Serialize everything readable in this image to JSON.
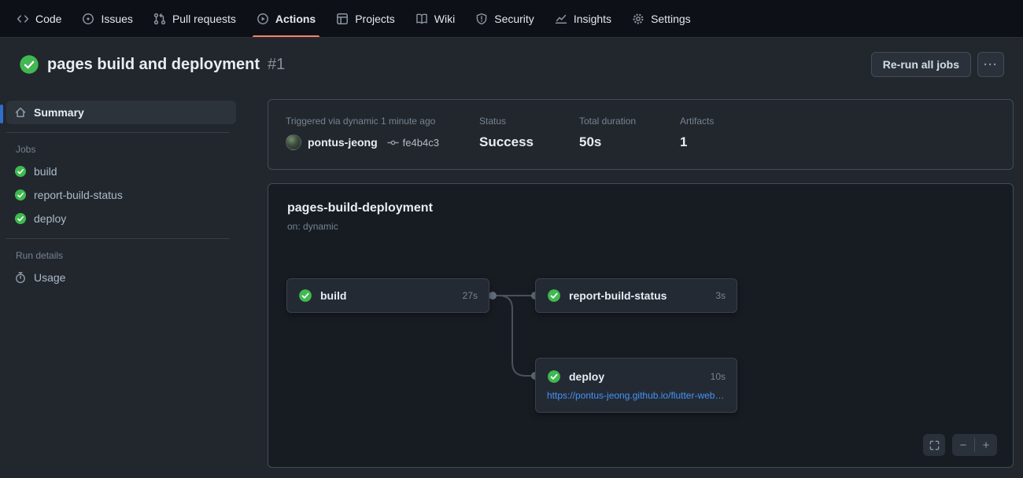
{
  "nav": {
    "items": [
      {
        "label": "Code",
        "icon": "code-icon"
      },
      {
        "label": "Issues",
        "icon": "issue-opened-icon"
      },
      {
        "label": "Pull requests",
        "icon": "git-pull-request-icon"
      },
      {
        "label": "Actions",
        "icon": "play-icon",
        "active": true
      },
      {
        "label": "Projects",
        "icon": "table-icon"
      },
      {
        "label": "Wiki",
        "icon": "book-icon"
      },
      {
        "label": "Security",
        "icon": "shield-icon"
      },
      {
        "label": "Insights",
        "icon": "graph-icon"
      },
      {
        "label": "Settings",
        "icon": "gear-icon"
      }
    ]
  },
  "header": {
    "status_icon": "check-circle-icon",
    "title": "pages build and deployment",
    "run_number": "#1",
    "rerun_button": "Re-run all jobs",
    "kebab": "···"
  },
  "sidebar": {
    "summary_label": "Summary",
    "jobs_header": "Jobs",
    "jobs": [
      {
        "label": "build",
        "status": "success"
      },
      {
        "label": "report-build-status",
        "status": "success"
      },
      {
        "label": "deploy",
        "status": "success"
      }
    ],
    "run_details_header": "Run details",
    "usage_label": "Usage"
  },
  "run_info": {
    "triggered_text": "Triggered via dynamic 1 minute ago",
    "actor": "pontus-jeong",
    "commit_sha": "fe4b4c3",
    "status_label": "Status",
    "status_value": "Success",
    "duration_label": "Total duration",
    "duration_value": "50s",
    "artifacts_label": "Artifacts",
    "artifacts_value": "1"
  },
  "workflow_graph": {
    "name": "pages-build-deployment",
    "trigger": "on: dynamic",
    "nodes": [
      {
        "label": "build",
        "duration": "27s",
        "status": "success"
      },
      {
        "label": "report-build-status",
        "duration": "3s",
        "status": "success"
      },
      {
        "label": "deploy",
        "duration": "10s",
        "status": "success",
        "link": "https://pontus-jeong.github.io/flutter-web…"
      }
    ],
    "controls": {
      "zoom_out": "−",
      "zoom_in": "+"
    }
  },
  "colors": {
    "success_green": "#3fb950",
    "accent_orange": "#f78166",
    "link_blue": "#4493f8",
    "selected_blue": "#316dca"
  }
}
